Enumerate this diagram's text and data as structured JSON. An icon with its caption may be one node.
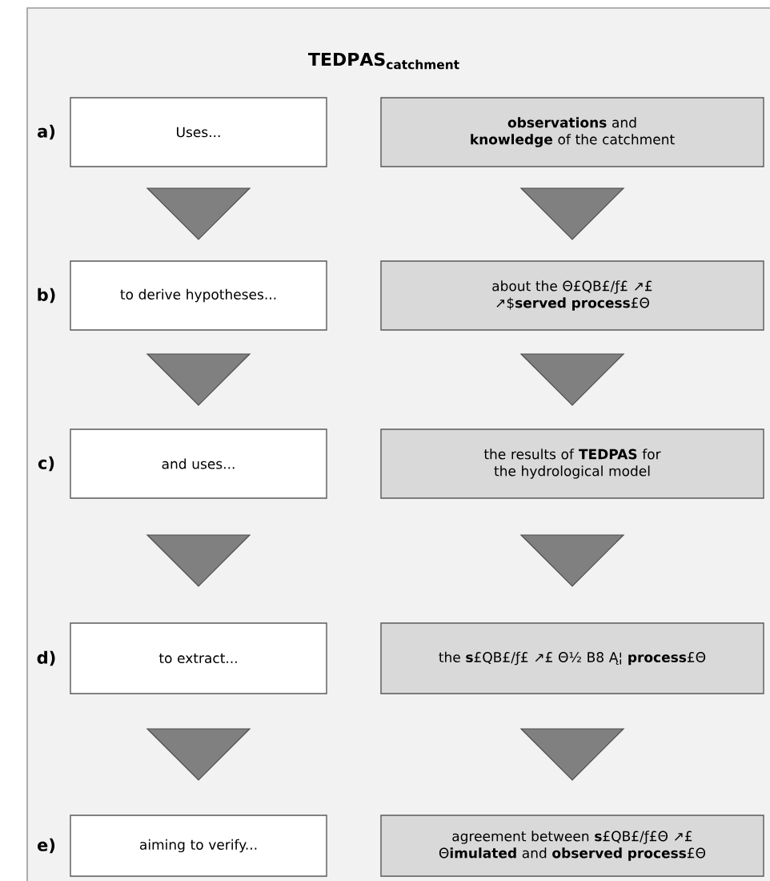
{
  "diagram": {
    "title": "\\mathbf{TEDPAS}_{\\mathbf{catchment}}",
    "nodes": [
      {
        "text": [
          "Uses..."
        ]
      },
      {
        "text": [
          "**observations** and **knowledge** of the catchment"
        ]
      },
      {
        "text": [
          "to derive hypotheses..."
        ]
      },
      {
        "text": [
          "about the Θ£QB£/ƒ£ ↗£ ↗$**served process**£Θ"
        ]
      },
      {
        "text": [
          "and uses..."
        ]
      },
      {
        "text": [
          "the results of **TEDPAS** for the hydrological model"
        ]
      },
      {
        "text": [
          "to extract..."
        ]
      },
      {
        "text": [
          "the **s**£QB£/ƒ£ ↗£ Θ½ B8 Ą¦ **process**£Θ"
        ]
      },
      {
        "text": [
          "aiming to verify..."
        ]
      },
      {
        "text": [
          "agreement between **s**£QB£/ƒ£Θ ↗£ Θ**imulated** and **observed process**£Θ"
        ]
      }
    ],
    "edges": [
      {
        "from": 0,
        "to": 2,
        "arrow": "to"
      },
      {
        "from": 1,
        "to": 3,
        "arrow": "to"
      },
      {
        "from": 2,
        "to": 4,
        "arrow": "to"
      },
      {
        "from": 3,
        "to": 5,
        "arrow": "to"
      },
      {
        "from": 4,
        "to": 6,
        "arrow": "to"
      },
      {
        "from": 5,
        "to": 7,
        "arrow": "to"
      },
      {
        "from": 6,
        "to": 8,
        "arrow": "to"
      },
      {
        "from": 7,
        "to": 9,
        "arrow": "to"
      }
    ],
    "labels": [
      "a)",
      "b)",
      "c)",
      "d)",
      "e)"
    ]
  }
}
